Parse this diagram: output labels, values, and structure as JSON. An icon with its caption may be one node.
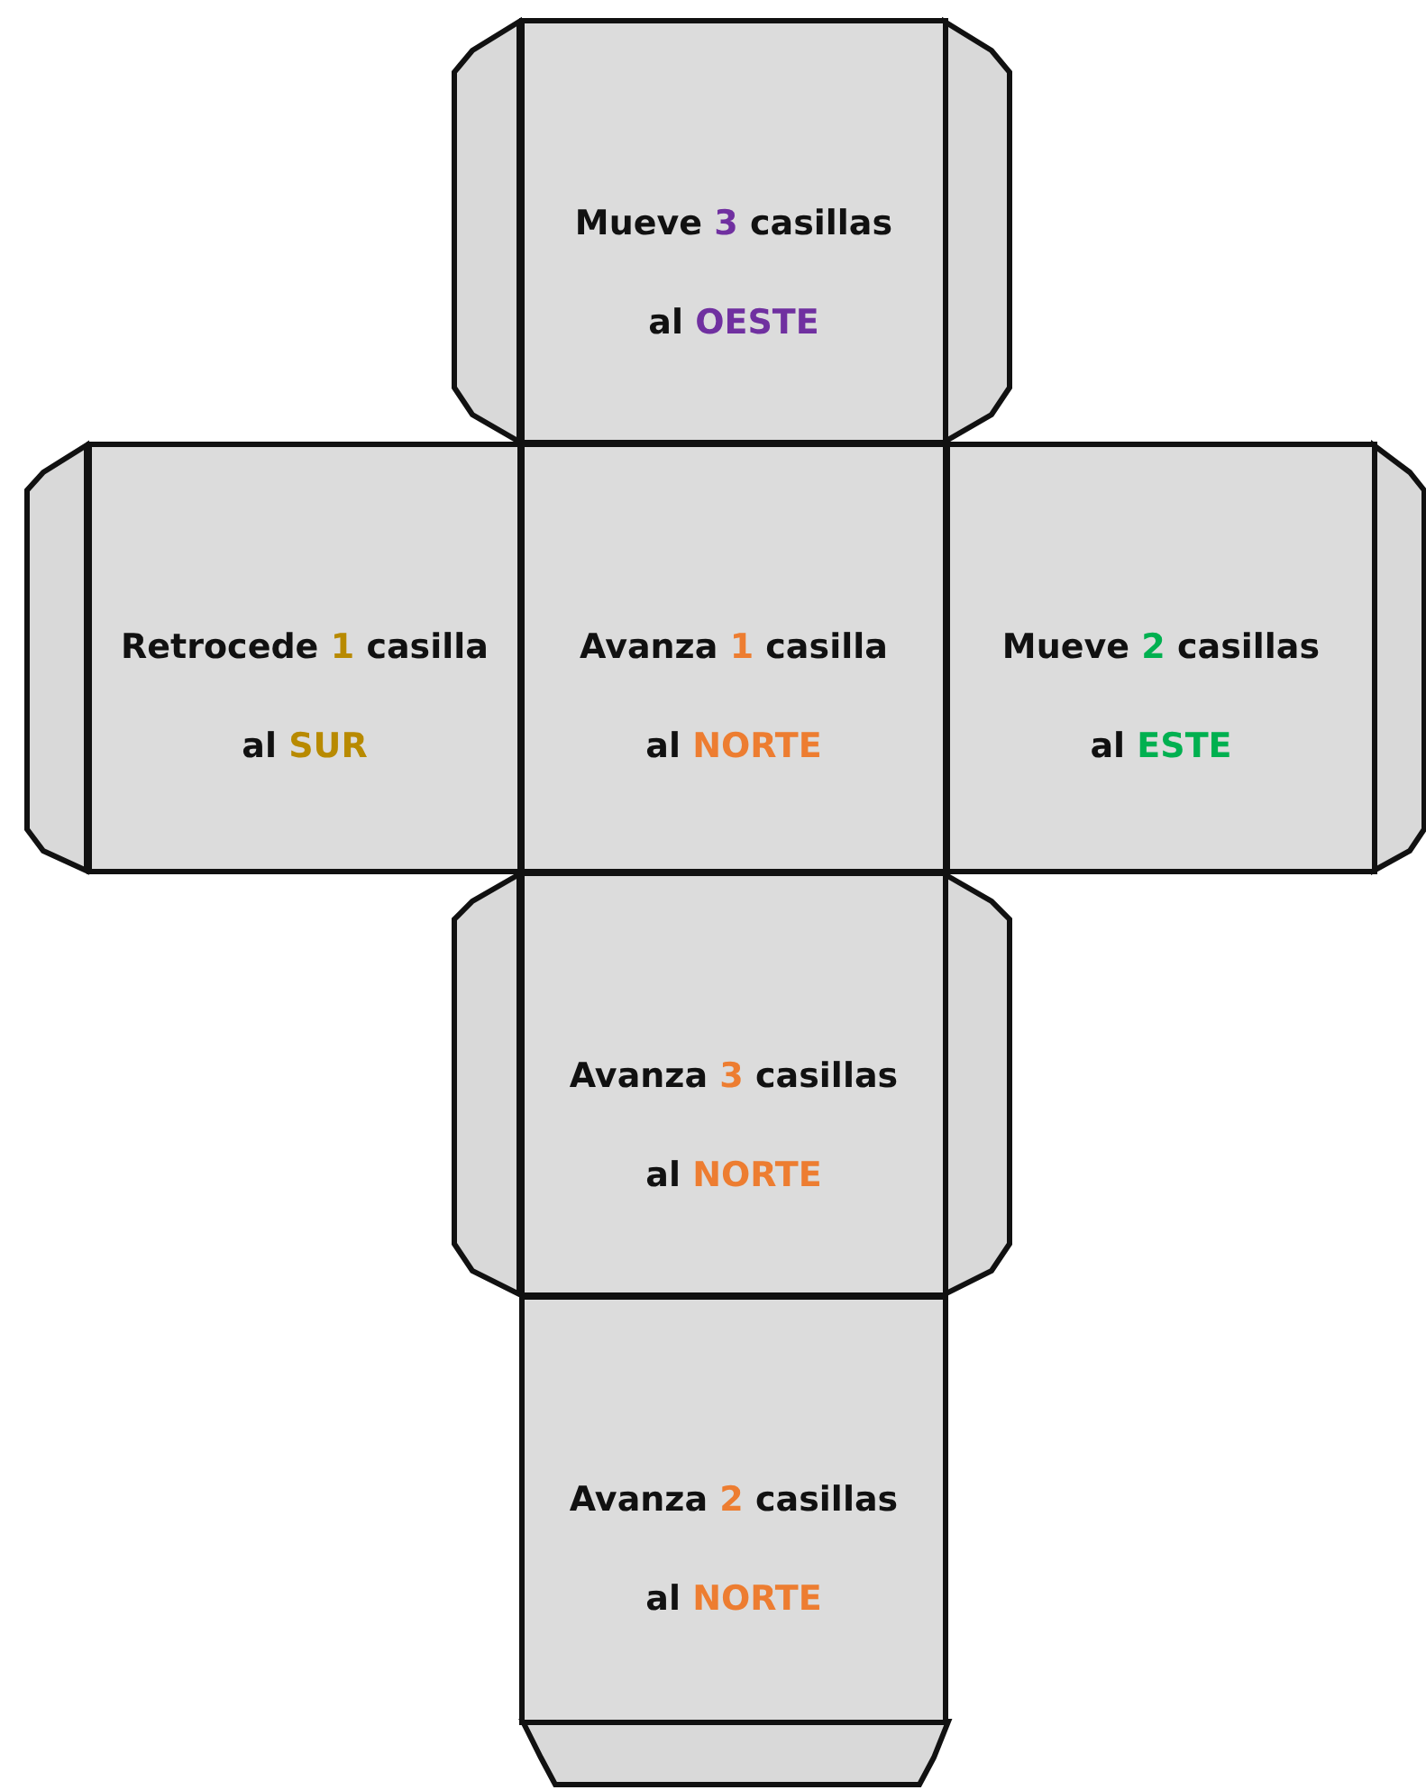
{
  "diagram": {
    "nodes": [
      {
        "text": [
          "Mueve 3 casillas",
          "al OESTE"
        ]
      },
      {
        "text": [
          "Retrocede 1 casilla",
          "al SUR"
        ]
      },
      {
        "text": [
          "Avanza 1 casilla",
          "al NORTE"
        ]
      },
      {
        "text": [
          "Mueve 2 casillas",
          "al ESTE"
        ]
      },
      {
        "text": [
          "Avanza 3 casillas",
          "al NORTE"
        ]
      },
      {
        "text": [
          "Avanza 2 casillas",
          "al NORTE"
        ]
      },
      {
        "text": [],
        "shape": "trapezoid"
      },
      {
        "text": [],
        "shape": "trapezoid"
      },
      {
        "text": [],
        "shape": "trapezoid"
      },
      {
        "text": [],
        "shape": "trapezoid"
      },
      {
        "text": [],
        "shape": "trapezoid"
      },
      {
        "text": [],
        "shape": "trapezoid"
      },
      {
        "text": [],
        "shape": "trapezoid"
      }
    ]
  }
}
